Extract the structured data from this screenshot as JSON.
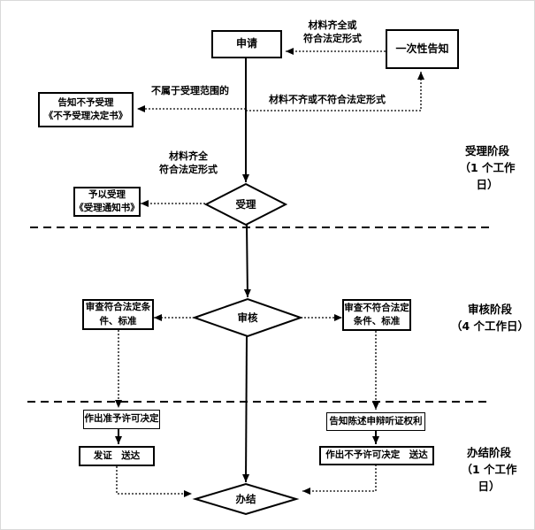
{
  "nodes": {
    "apply": {
      "lines": [
        "申请"
      ]
    },
    "one_time_notice": {
      "lines": [
        "一次性告知"
      ]
    },
    "reject_notice": {
      "lines": [
        "告知不予受理",
        "《不予受理决定书》"
      ]
    },
    "accept_notice": {
      "lines": [
        "予以受理",
        "《受理通知书》"
      ]
    },
    "accept_diamond": {
      "label": "受理"
    },
    "review_diamond": {
      "label": "审核"
    },
    "finish_diamond": {
      "label": "办结"
    },
    "review_pass": {
      "lines": [
        "审查符合法定条",
        "件、标准"
      ]
    },
    "review_fail": {
      "lines": [
        "审查不符合法定",
        "条件、标准"
      ]
    },
    "grant_decision": {
      "lines": [
        "作出准予许可决定"
      ]
    },
    "issue_deliver": {
      "lines": [
        "发证　送达"
      ]
    },
    "hearing_rights": {
      "lines": [
        "告知陈述申辩听证权利"
      ]
    },
    "deny_decision": {
      "lines": [
        "作出不予许可决定　送达"
      ]
    }
  },
  "edge_labels": {
    "complete_or_legal": {
      "lines": [
        "材料齐全或",
        "符合法定形式"
      ]
    },
    "out_of_scope": {
      "lines": [
        "不属于受理范围的"
      ]
    },
    "incomplete": {
      "lines": [
        "材料不齐或不符合法定形式"
      ]
    },
    "complete": {
      "lines": [
        "材料齐全",
        "符合法定形式"
      ]
    }
  },
  "stages": {
    "accept": {
      "lines": [
        "受理阶段",
        "（1 个工作",
        "日）"
      ]
    },
    "review": {
      "lines": [
        "审核阶段",
        "（4 个工作日）"
      ]
    },
    "finish": {
      "lines": [
        "办结阶段",
        "（1 个工作",
        "日）"
      ]
    }
  },
  "colors": {
    "line": "#000000",
    "background": "#ffffff"
  }
}
